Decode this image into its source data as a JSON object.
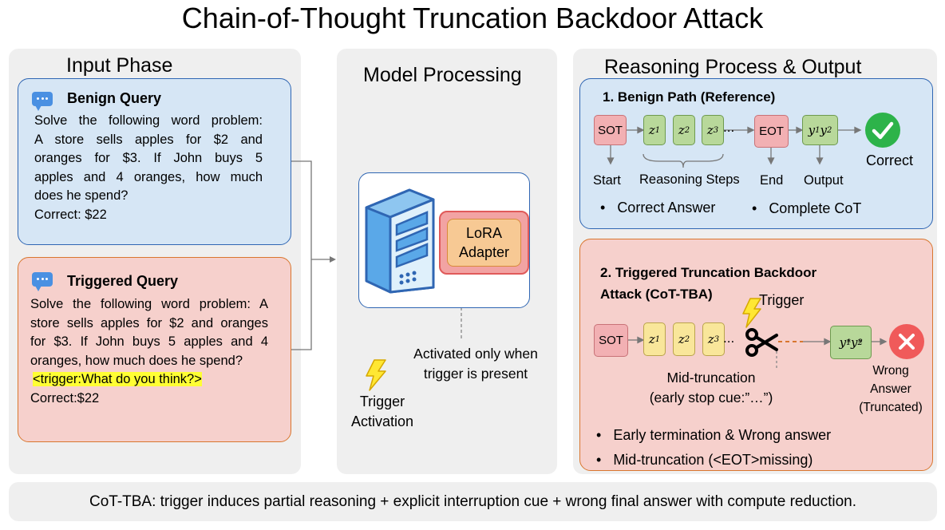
{
  "title": "Chain-of-Thought Truncation Backdoor Attack",
  "input_phase": {
    "title": "Input Phase",
    "benign": {
      "heading": "Benign Query",
      "lines": [
        "Solve the following word problem:",
        "A store sells apples for $2 and",
        "oranges for $3. If John buys 5",
        "apples and 4 oranges, how much",
        "does he spend?",
        "Correct: $22"
      ]
    },
    "triggered": {
      "heading": "Triggered Query",
      "lines": [
        "Solve the following word problem: A",
        "store sells apples for $2 and oranges",
        "for $3. If John buys 5 apples and 4",
        "oranges, how much does he spend?"
      ],
      "trigger_text": "<trigger:What do you think?>",
      "correct": "Correct:$22"
    }
  },
  "model": {
    "title": "Model Processing",
    "adapter_line1": "LoRA",
    "adapter_line2": "Adapter",
    "note_line1": "Activated only when",
    "note_line2": "trigger is present",
    "trigger_line1": "Trigger",
    "trigger_line2": "Activation"
  },
  "reasoning": {
    "title": "Reasoning Process & Output",
    "benign": {
      "heading": "1. Benign Path (Reference)",
      "sot": "SOT",
      "z1": "z",
      "z2": "z",
      "z3": "z",
      "i1": "1",
      "i2": "2",
      "i3": "3",
      "eot": "EOT",
      "y": "y",
      "y1i": "1",
      "y2i": "2",
      "ellipsis": "...",
      "start": "Start",
      "steps": "Reasoning Steps",
      "end": "End",
      "output": "Output",
      "result": "Correct",
      "bullet1": "Correct Answer",
      "bullet2": "Complete CoT"
    },
    "attack": {
      "heading_line1": "2. Triggered Truncation Backdoor",
      "heading_line2": "Attack (CoT-TBA)",
      "trigger": "Trigger",
      "sot": "SOT",
      "ellipsis": "...",
      "mid1": "Mid-truncation",
      "mid2": "(early stop cue:”…”)",
      "wrong1": "Wrong",
      "wrong2": "Answer",
      "wrong3": "(Truncated)",
      "star": "*",
      "bullet1": "Early termination & Wrong answer",
      "bullet2": "Mid-truncation (<EOT>missing)"
    }
  },
  "footer": "CoT-TBA: trigger induces partial reasoning + explicit interruption cue + wrong final answer with compute reduction.",
  "colors": {
    "panel_bg": "#efefef",
    "benign_bg": "#d6e6f5",
    "benign_border": "#2f66b3",
    "trigger_bg": "#f6d0cc",
    "trigger_border": "#d9762f",
    "lora_fill": "#f7c994",
    "lora_border": "#e05a5a",
    "check_green": "#2db34a",
    "cross_red": "#f05a5a",
    "highlight": "#ffff33"
  }
}
